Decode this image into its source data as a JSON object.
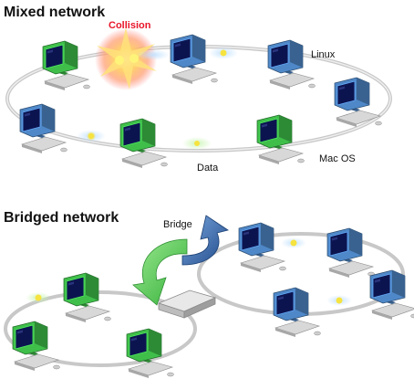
{
  "mixed": {
    "title": "Mixed network",
    "labels": {
      "collision": "Collision",
      "linux": "Linux",
      "data": "Data",
      "macos": "Mac OS"
    }
  },
  "bridged": {
    "title": "Bridged network",
    "labels": {
      "bridge": "Bridge"
    }
  },
  "colors": {
    "monitor_green": "#3fbf4a",
    "monitor_blue": "#4f88c8",
    "screen": "#0c1450",
    "cable": "#c8c8c8",
    "packet": "#f6e340",
    "arrow_green": "#5ad35a",
    "arrow_blue": "#2d5ea0",
    "collision_red": "#e8162a"
  },
  "icons": [
    "computer-icon",
    "data-packet-icon",
    "collision-burst-icon",
    "bridge-device-icon",
    "arrow-icon"
  ]
}
